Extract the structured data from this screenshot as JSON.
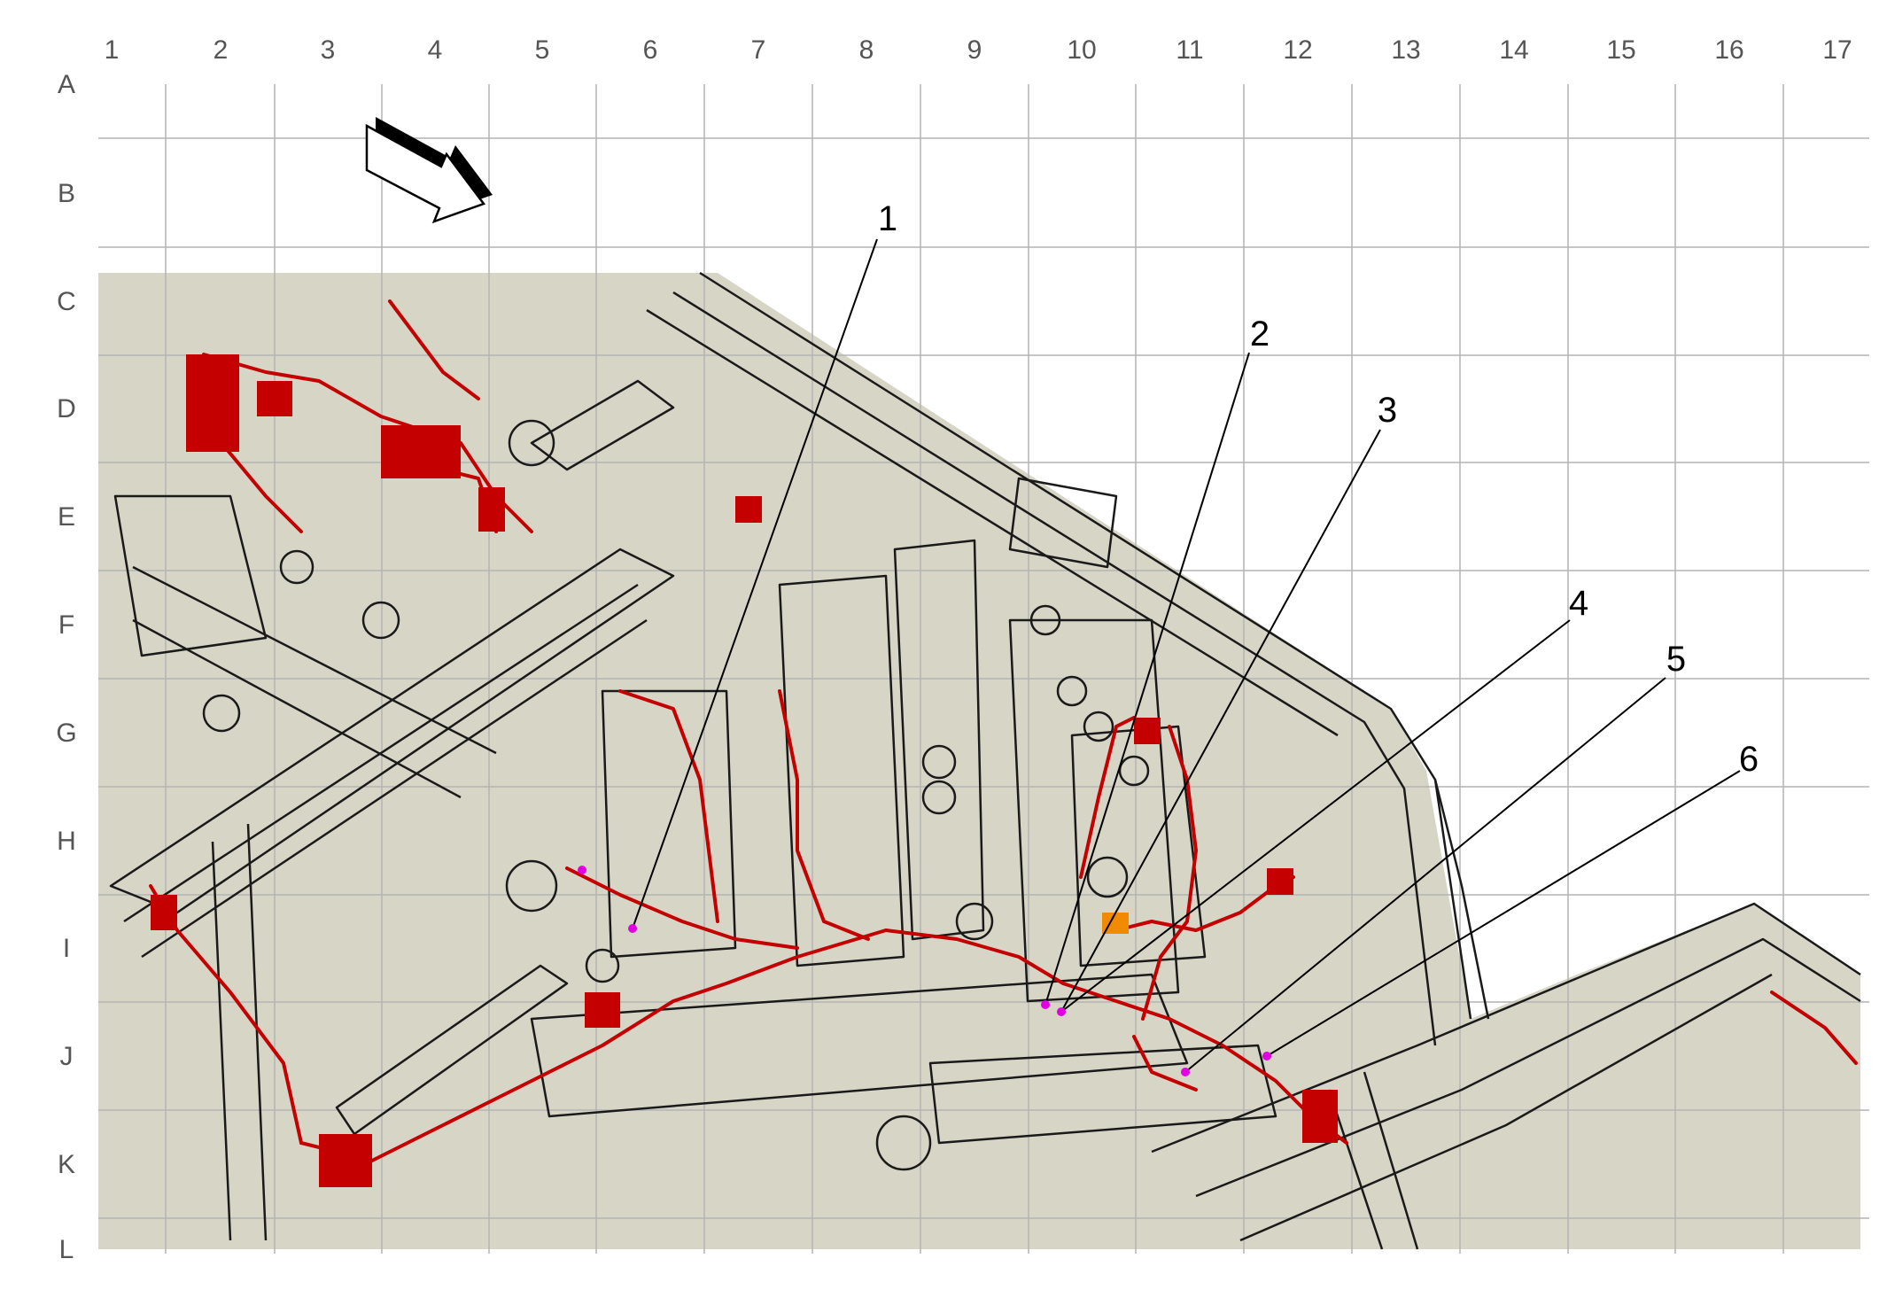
{
  "grid": {
    "columns": [
      "1",
      "2",
      "3",
      "4",
      "5",
      "6",
      "7",
      "8",
      "9",
      "10",
      "11",
      "12",
      "13",
      "14",
      "15",
      "16",
      "17"
    ],
    "rows": [
      "A",
      "B",
      "C",
      "D",
      "E",
      "F",
      "G",
      "H",
      "I",
      "J",
      "K",
      "L"
    ]
  },
  "callouts": [
    {
      "label": "1"
    },
    {
      "label": "2"
    },
    {
      "label": "3"
    },
    {
      "label": "4"
    },
    {
      "label": "5"
    },
    {
      "label": "6"
    }
  ],
  "colors": {
    "background": "#d6d5c6",
    "harness": "#c40000",
    "structure": "#1a1a1a",
    "marker": "#e200e2",
    "connector_highlight": "#f08a00",
    "grid": "#b4b4b4"
  },
  "icons": [
    "orientation-arrow-icon"
  ]
}
